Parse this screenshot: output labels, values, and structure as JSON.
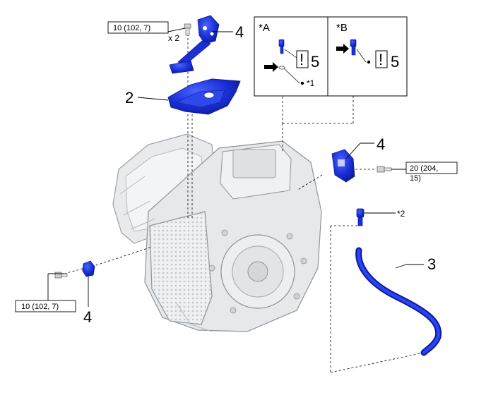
{
  "diagram": {
    "callouts": {
      "top_bracket": "4",
      "upper_cover": "2",
      "right_bracket": "4",
      "hose": "3",
      "lower_bracket": "4"
    },
    "torque_specs": {
      "top": "10 (102, 7)",
      "top_qty": "x 2",
      "right_line1": "20 (204,",
      "right_line2": "15)",
      "left": "10 (102, 7)"
    },
    "inset": {
      "panel_a_title": "*A",
      "panel_b_title": "*B",
      "panel_a_note": "*1",
      "panel_a_info": "5",
      "panel_b_info": "5",
      "info_icon": "!"
    },
    "part_note_2": "*2",
    "colors": {
      "part_blue": "#1a2fd6",
      "part_blue_dark": "#0b1a9a",
      "transmission_gray": "#e6e8ea",
      "line": "#000000"
    }
  }
}
